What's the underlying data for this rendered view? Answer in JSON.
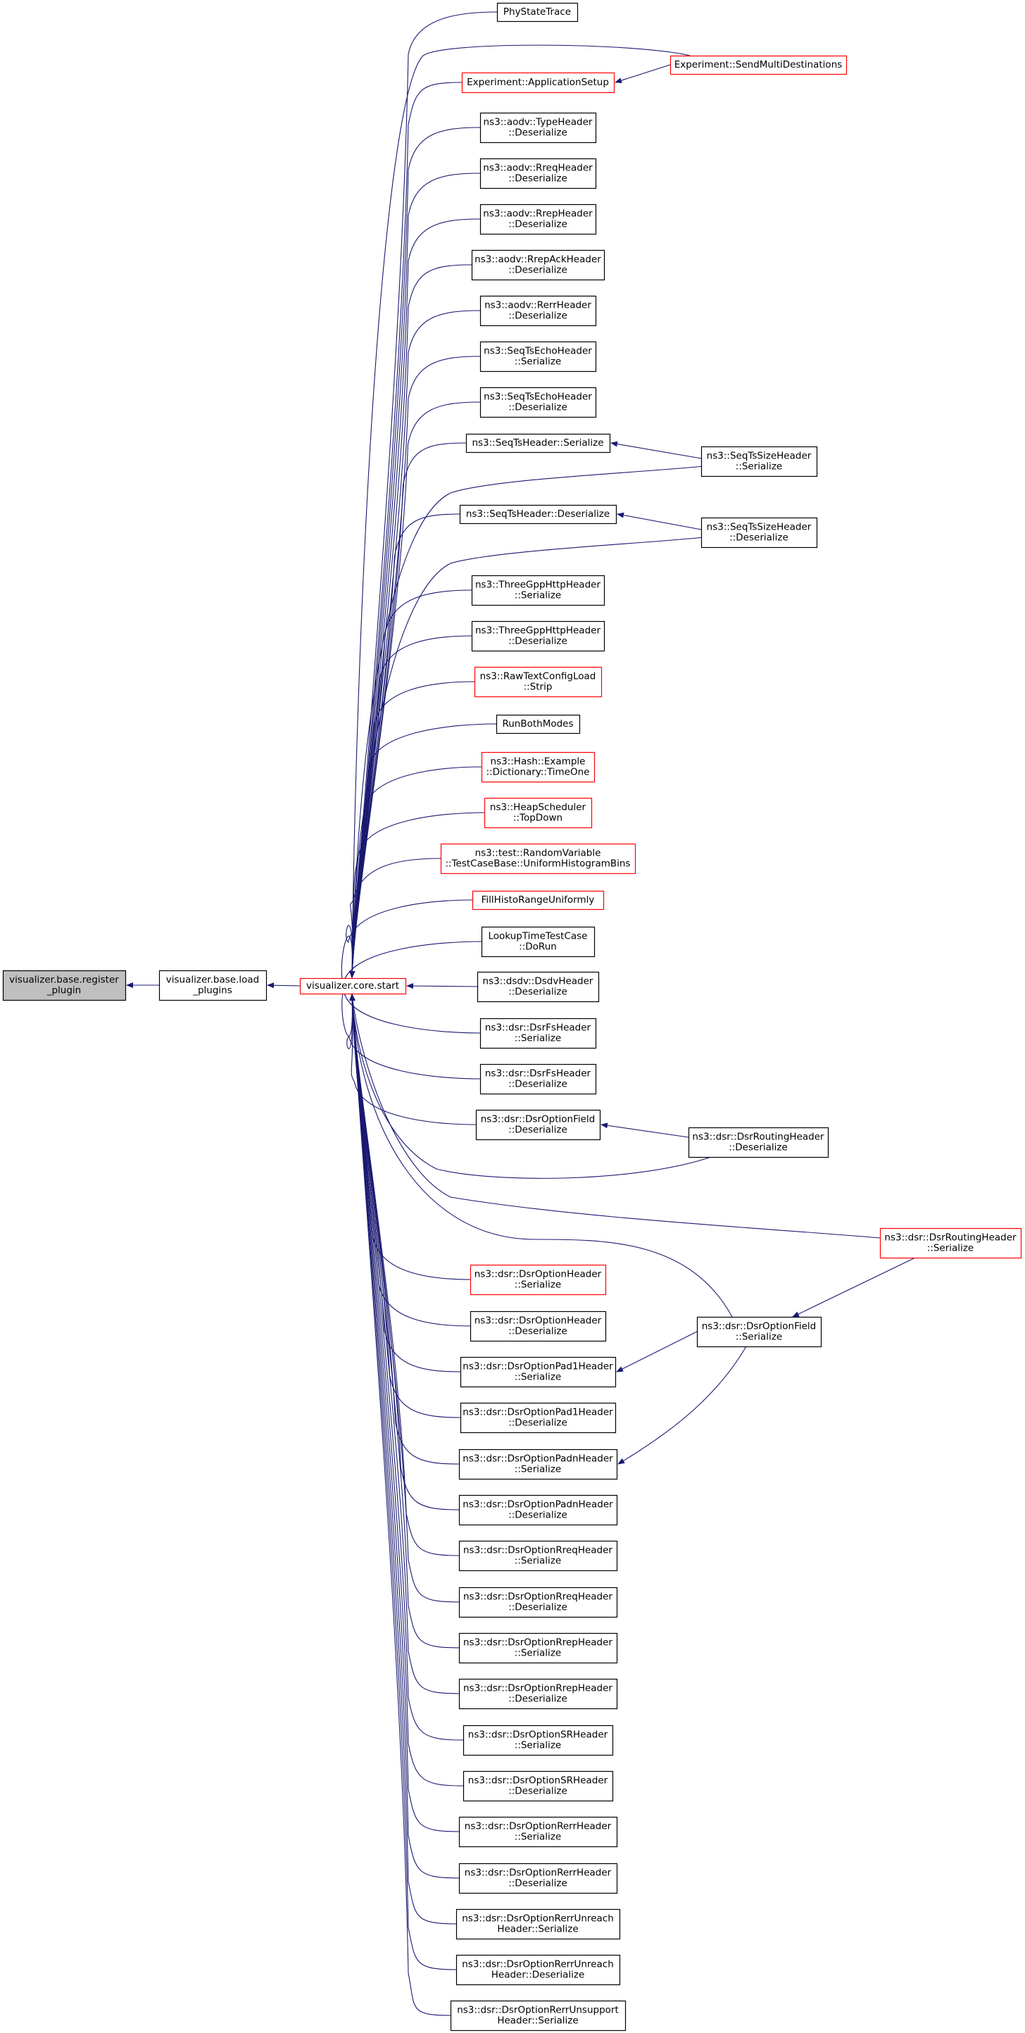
{
  "diagram": {
    "root_node": {
      "label": [
        "visualizer.base.register",
        "_plugin"
      ],
      "style": "highlight"
    },
    "middle_node": {
      "label": [
        "visualizer.base.load",
        "_plugins"
      ],
      "style": "normal"
    },
    "hub_node": {
      "label": [
        "visualizer.core.start"
      ],
      "style": "red"
    },
    "caller_nodes": [
      {
        "label": [
          "PhyStateTrace"
        ],
        "style": "normal"
      },
      {
        "label": [
          "Experiment::ApplicationSetup"
        ],
        "style": "red"
      },
      {
        "label": [
          "ns3::aodv::TypeHeader",
          "::Deserialize"
        ],
        "style": "normal"
      },
      {
        "label": [
          "ns3::aodv::RreqHeader",
          "::Deserialize"
        ],
        "style": "normal"
      },
      {
        "label": [
          "ns3::aodv::RrepHeader",
          "::Deserialize"
        ],
        "style": "normal"
      },
      {
        "label": [
          "ns3::aodv::RrepAckHeader",
          "::Deserialize"
        ],
        "style": "normal"
      },
      {
        "label": [
          "ns3::aodv::RerrHeader",
          "::Deserialize"
        ],
        "style": "normal"
      },
      {
        "label": [
          "ns3::SeqTsEchoHeader",
          "::Serialize"
        ],
        "style": "normal"
      },
      {
        "label": [
          "ns3::SeqTsEchoHeader",
          "::Deserialize"
        ],
        "style": "normal"
      },
      {
        "label": [
          "ns3::SeqTsHeader::Serialize"
        ],
        "style": "normal"
      },
      {
        "label": [
          "ns3::SeqTsHeader::Deserialize"
        ],
        "style": "normal"
      },
      {
        "label": [
          "ns3::ThreeGppHttpHeader",
          "::Serialize"
        ],
        "style": "normal"
      },
      {
        "label": [
          "ns3::ThreeGppHttpHeader",
          "::Deserialize"
        ],
        "style": "normal"
      },
      {
        "label": [
          "ns3::RawTextConfigLoad",
          "::Strip"
        ],
        "style": "red"
      },
      {
        "label": [
          "RunBothModes"
        ],
        "style": "normal"
      },
      {
        "label": [
          "ns3::Hash::Example",
          "::Dictionary::TimeOne"
        ],
        "style": "red"
      },
      {
        "label": [
          "ns3::HeapScheduler",
          "::TopDown"
        ],
        "style": "red"
      },
      {
        "label": [
          "ns3::test::RandomVariable",
          "::TestCaseBase::UniformHistogramBins"
        ],
        "style": "red"
      },
      {
        "label": [
          "FillHistoRangeUniformly"
        ],
        "style": "red"
      },
      {
        "label": [
          "LookupTimeTestCase",
          "::DoRun"
        ],
        "style": "normal"
      },
      {
        "label": [
          "ns3::dsdv::DsdvHeader",
          "::Deserialize"
        ],
        "style": "normal"
      },
      {
        "label": [
          "ns3::dsr::DsrFsHeader",
          "::Serialize"
        ],
        "style": "normal"
      },
      {
        "label": [
          "ns3::dsr::DsrFsHeader",
          "::Deserialize"
        ],
        "style": "normal"
      },
      {
        "label": [
          "ns3::dsr::DsrOptionField",
          "::Deserialize"
        ],
        "style": "normal"
      },
      {
        "label": [
          "ns3::dsr::DsrOptionHeader",
          "::Serialize"
        ],
        "style": "red"
      },
      {
        "label": [
          "ns3::dsr::DsrOptionHeader",
          "::Deserialize"
        ],
        "style": "normal"
      },
      {
        "label": [
          "ns3::dsr::DsrOptionPad1Header",
          "::Serialize"
        ],
        "style": "normal"
      },
      {
        "label": [
          "ns3::dsr::DsrOptionPad1Header",
          "::Deserialize"
        ],
        "style": "normal"
      },
      {
        "label": [
          "ns3::dsr::DsrOptionPadnHeader",
          "::Serialize"
        ],
        "style": "normal"
      },
      {
        "label": [
          "ns3::dsr::DsrOptionPadnHeader",
          "::Deserialize"
        ],
        "style": "normal"
      },
      {
        "label": [
          "ns3::dsr::DsrOptionRreqHeader",
          "::Serialize"
        ],
        "style": "normal"
      },
      {
        "label": [
          "ns3::dsr::DsrOptionRreqHeader",
          "::Deserialize"
        ],
        "style": "normal"
      },
      {
        "label": [
          "ns3::dsr::DsrOptionRrepHeader",
          "::Serialize"
        ],
        "style": "normal"
      },
      {
        "label": [
          "ns3::dsr::DsrOptionRrepHeader",
          "::Deserialize"
        ],
        "style": "normal"
      },
      {
        "label": [
          "ns3::dsr::DsrOptionSRHeader",
          "::Serialize"
        ],
        "style": "normal"
      },
      {
        "label": [
          "ns3::dsr::DsrOptionSRHeader",
          "::Deserialize"
        ],
        "style": "normal"
      },
      {
        "label": [
          "ns3::dsr::DsrOptionRerrHeader",
          "::Serialize"
        ],
        "style": "normal"
      },
      {
        "label": [
          "ns3::dsr::DsrOptionRerrHeader",
          "::Deserialize"
        ],
        "style": "normal"
      },
      {
        "label": [
          "ns3::dsr::DsrOptionRerrUnreach",
          "Header::Serialize"
        ],
        "style": "normal"
      },
      {
        "label": [
          "ns3::dsr::DsrOptionRerrUnreach",
          "Header::Deserialize"
        ],
        "style": "normal"
      },
      {
        "label": [
          "ns3::dsr::DsrOptionRerrUnsupport",
          "Header::Serialize"
        ],
        "style": "normal"
      }
    ],
    "secondary_nodes": [
      {
        "label": [
          "Experiment::SendMultiDestinations"
        ],
        "style": "red"
      },
      {
        "label": [
          "ns3::SeqTsSizeHeader",
          "::Serialize"
        ],
        "style": "normal"
      },
      {
        "label": [
          "ns3::SeqTsSizeHeader",
          "::Deserialize"
        ],
        "style": "normal"
      },
      {
        "label": [
          "ns3::dsr::DsrRoutingHeader",
          "::Deserialize"
        ],
        "style": "normal"
      },
      {
        "label": [
          "ns3::dsr::DsrRoutingHeader",
          "::Serialize"
        ],
        "style": "red"
      },
      {
        "label": [
          "ns3::dsr::DsrOptionField",
          "::Serialize"
        ],
        "style": "normal"
      }
    ],
    "colors": {
      "edge": "#191970",
      "node_border": "#000000",
      "node_border_red": "#ff0000",
      "highlight_fill": "#bfbfbf",
      "text": "#000000"
    }
  }
}
